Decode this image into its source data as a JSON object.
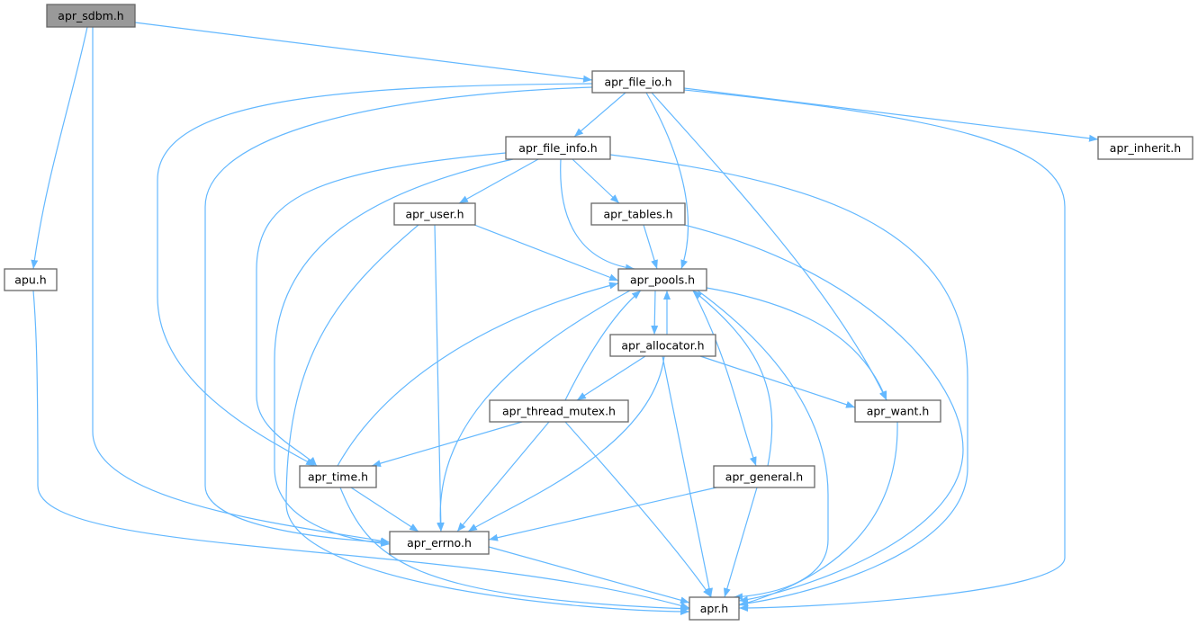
{
  "graph": {
    "current": "apr_sdbm.h",
    "colors": {
      "edge": "#63b8ff",
      "current_fill": "#999999",
      "border": "#666666"
    },
    "nodes": {
      "sdbm": "apr_sdbm.h",
      "file_io": "apr_file_io.h",
      "apu": "apu.h",
      "file_info": "apr_file_info.h",
      "inherit": "apr_inherit.h",
      "user": "apr_user.h",
      "tables": "apr_tables.h",
      "pools": "apr_pools.h",
      "allocator": "apr_allocator.h",
      "thread_mutex": "apr_thread_mutex.h",
      "want": "apr_want.h",
      "time": "apr_time.h",
      "general": "apr_general.h",
      "errno": "apr_errno.h",
      "apr": "apr.h"
    },
    "edges": [
      [
        "sdbm",
        "file_io"
      ],
      [
        "sdbm",
        "apu"
      ],
      [
        "sdbm",
        "errno"
      ],
      [
        "file_io",
        "file_info"
      ],
      [
        "file_io",
        "inherit"
      ],
      [
        "file_io",
        "pools"
      ],
      [
        "file_io",
        "want"
      ],
      [
        "file_io",
        "apr"
      ],
      [
        "file_io",
        "time"
      ],
      [
        "file_io",
        "errno"
      ],
      [
        "file_info",
        "user"
      ],
      [
        "file_info",
        "tables"
      ],
      [
        "file_info",
        "pools"
      ],
      [
        "file_info",
        "time"
      ],
      [
        "file_info",
        "errno"
      ],
      [
        "file_info",
        "apr"
      ],
      [
        "user",
        "pools"
      ],
      [
        "user",
        "errno"
      ],
      [
        "user",
        "apr"
      ],
      [
        "tables",
        "pools"
      ],
      [
        "tables",
        "apr"
      ],
      [
        "pools",
        "allocator"
      ],
      [
        "allocator",
        "pools"
      ],
      [
        "pools",
        "want"
      ],
      [
        "pools",
        "general"
      ],
      [
        "pools",
        "errno"
      ],
      [
        "pools",
        "apr"
      ],
      [
        "allocator",
        "thread_mutex"
      ],
      [
        "allocator",
        "want"
      ],
      [
        "allocator",
        "errno"
      ],
      [
        "allocator",
        "apr"
      ],
      [
        "thread_mutex",
        "pools"
      ],
      [
        "thread_mutex",
        "time"
      ],
      [
        "thread_mutex",
        "errno"
      ],
      [
        "thread_mutex",
        "apr"
      ],
      [
        "want",
        "apr"
      ],
      [
        "time",
        "pools"
      ],
      [
        "time",
        "errno"
      ],
      [
        "time",
        "apr"
      ],
      [
        "general",
        "pools"
      ],
      [
        "general",
        "errno"
      ],
      [
        "general",
        "apr"
      ],
      [
        "errno",
        "apr"
      ],
      [
        "apu",
        "apr"
      ]
    ]
  }
}
